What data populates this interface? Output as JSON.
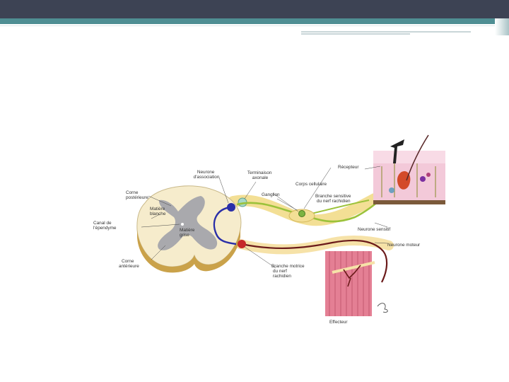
{
  "diagram": {
    "labels": {
      "neurone_association": [
        "Neurone",
        "d'association"
      ],
      "terminaison_axonale": [
        "Terminaison",
        "axonale"
      ],
      "corps_cellulaire": "Corps cellulaire",
      "recepteur": "Récepteur",
      "corne_posterieure": [
        "Corne",
        "postérieure"
      ],
      "matiere_blanche": [
        "Matière",
        "blanche"
      ],
      "canal_ependyme": [
        "Canal de",
        "l'épendyme"
      ],
      "matiere_grise": [
        "Matière",
        "grise"
      ],
      "corne_anterieure": [
        "Corne",
        "antérieure"
      ],
      "ganglion": "Ganglion",
      "branche_sensitive": [
        "Branche sensitive",
        "du nerf rachidien"
      ],
      "neurone_sensitif": "Neurone sensitif",
      "neurone_moteur": "Neurone moteur",
      "branche_motrice": [
        "Branche motrice",
        "du nerf",
        "rachidien"
      ],
      "effecteur": "Effecteur"
    },
    "colors": {
      "white_matter": "#f6eccc",
      "gray_matter": "#a9a9ad",
      "sensory_fiber": "#9bc23a",
      "motor_fiber": "#6b1a1a",
      "association_neuron": "#2a2fa8",
      "skin": "#f3c9d9",
      "muscle": "#e47f94"
    }
  }
}
